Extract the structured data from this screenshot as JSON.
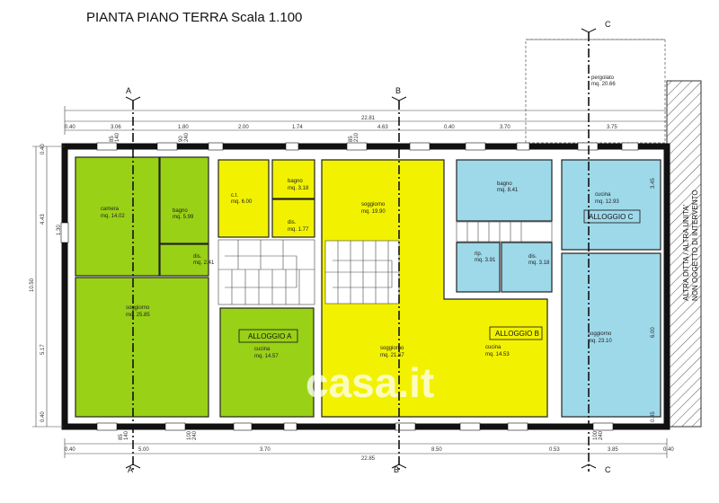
{
  "title": "PIANTA PIANO TERRA Scala 1.100",
  "section_labels": [
    "A",
    "B",
    "C"
  ],
  "units": [
    {
      "label": "ALLOGGIO A",
      "color": "#99d117"
    },
    {
      "label": "ALLOGGIO B",
      "color": "#f2f200"
    },
    {
      "label": "ALLOGGIO C",
      "color": "#9ed9ea"
    }
  ],
  "rooms": [
    {
      "name": "camera",
      "area": "mq. 14.02"
    },
    {
      "name": "bagno",
      "area": "mq. 5.99"
    },
    {
      "name": "dis.",
      "area": "mq. 2.41"
    },
    {
      "name": "soggiorno",
      "area": "mq. 25.85"
    },
    {
      "name": "c.t.",
      "area": "mq. 6.00"
    },
    {
      "name": "bagno",
      "area": "mq. 3.18"
    },
    {
      "name": "dis.",
      "area": "mq. 1.77"
    },
    {
      "name": "cucina",
      "area": "mq. 14.57"
    },
    {
      "name": "soggiorno",
      "area": "mq. 19.90"
    },
    {
      "name": "soggiorno",
      "area": "mq. 21.67"
    },
    {
      "name": "cucina",
      "area": "mq. 14.53"
    },
    {
      "name": "bagno",
      "area": "mq. 8.41"
    },
    {
      "name": "rip.",
      "area": "mq. 3.91"
    },
    {
      "name": "dis.",
      "area": "mq. 3.18"
    },
    {
      "name": "cucina",
      "area": "mq. 12.93"
    },
    {
      "name": "soggiorno",
      "area": "mq. 23.10"
    },
    {
      "name": "pergolato",
      "area": "mq. 20.66"
    }
  ],
  "top_dimensions": {
    "total": "22.81",
    "segments": [
      "0.40",
      "3.06",
      "1.80",
      "2.00",
      "1.74",
      "4.63",
      "0.40",
      "3.70",
      "3.75"
    ]
  },
  "bottom_dimensions": {
    "total": "22.85",
    "segments": [
      "0.40",
      "5.00",
      "3.70",
      "8.50",
      "0.53",
      "3.85",
      "0.40"
    ]
  },
  "left_dimensions": {
    "total": "10.50",
    "segments": [
      "0.40",
      "4.43",
      "5.17",
      "0.40"
    ]
  },
  "right_dimensions": [
    "3.45",
    "6.00",
    "0.45"
  ],
  "misc_dimension_marks": [
    "1.30",
    "85",
    "90",
    "100",
    "140",
    "210",
    "240"
  ],
  "side_note": [
    "ALTRA DITTA / ALTRA UNITA'",
    "NON OGGETTO DI INTERVENTO"
  ],
  "watermark": "casa.it"
}
